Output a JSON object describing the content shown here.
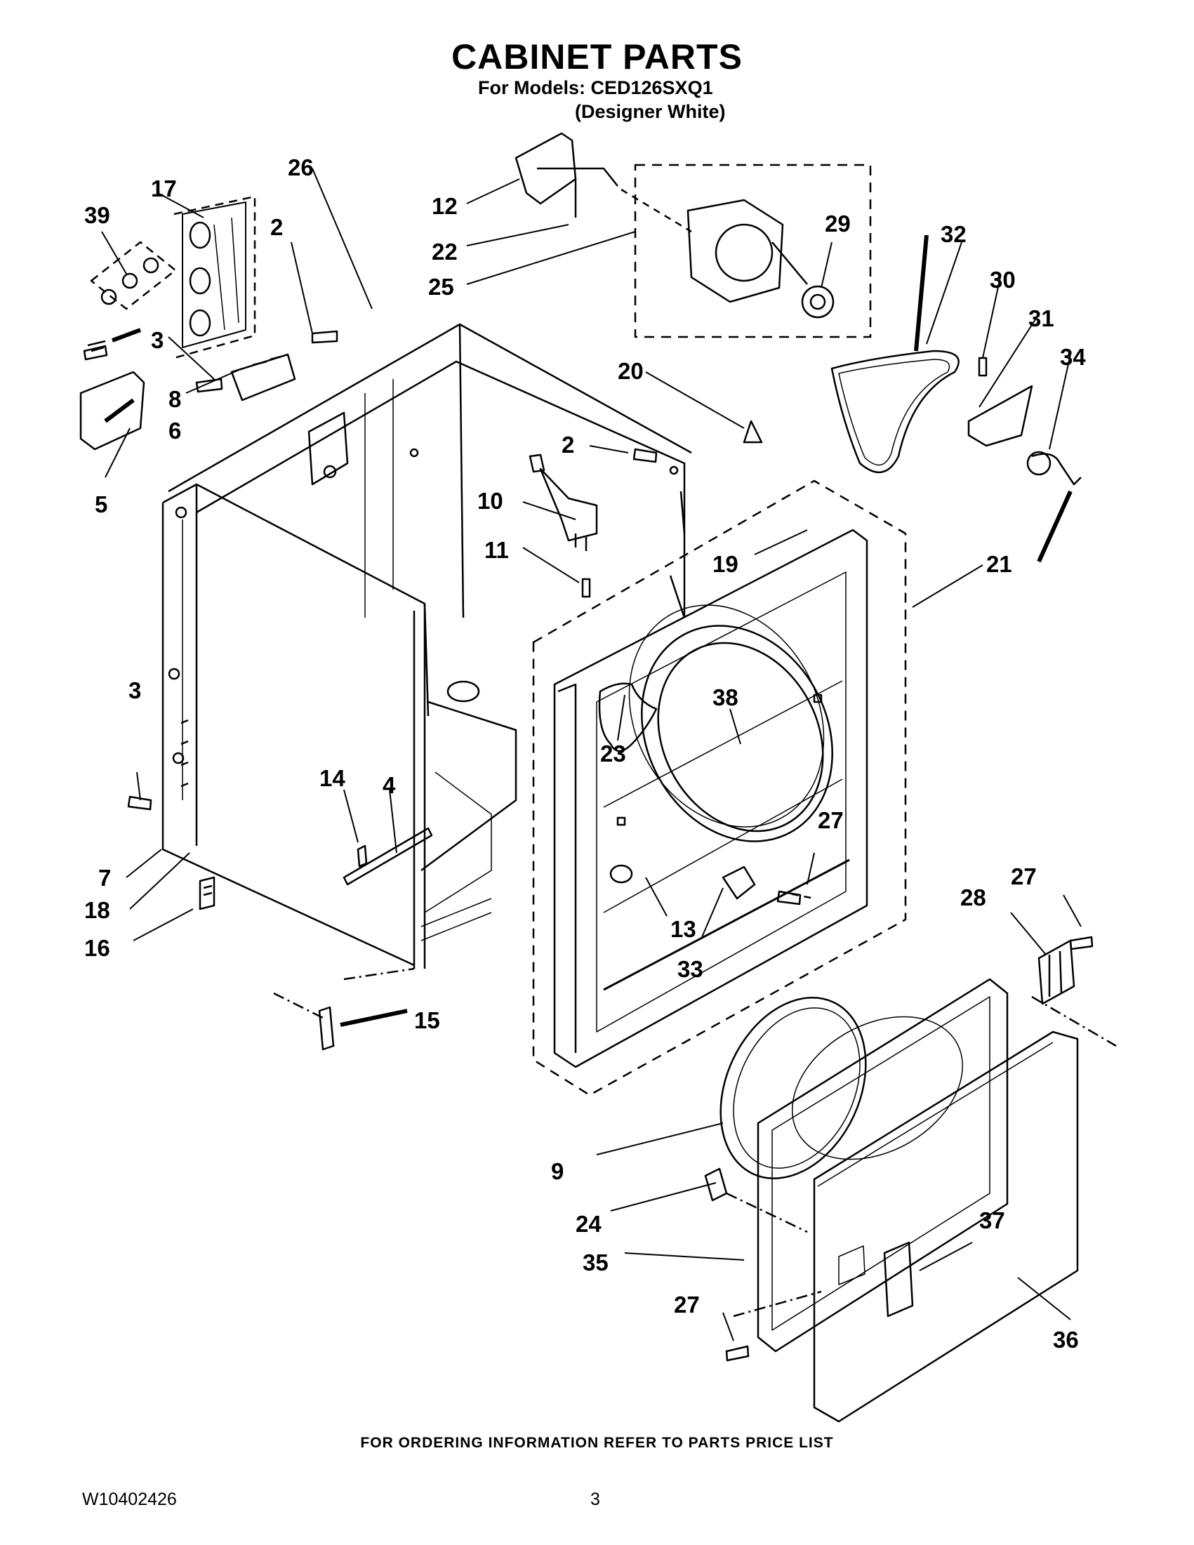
{
  "header": {
    "title": "CABINET PARTS",
    "models_line1": "For Models: CED126SXQ1",
    "models_line2": "(Designer White)"
  },
  "callouts": [
    {
      "id": "c39",
      "label": "39"
    },
    {
      "id": "c17",
      "label": "17"
    },
    {
      "id": "c26",
      "label": "26"
    },
    {
      "id": "c2a",
      "label": "2"
    },
    {
      "id": "c3a",
      "label": "3"
    },
    {
      "id": "c8",
      "label": "8"
    },
    {
      "id": "c6",
      "label": "6"
    },
    {
      "id": "c5",
      "label": "5"
    },
    {
      "id": "c12",
      "label": "12"
    },
    {
      "id": "c22",
      "label": "22"
    },
    {
      "id": "c25",
      "label": "25"
    },
    {
      "id": "c29",
      "label": "29"
    },
    {
      "id": "c32",
      "label": "32"
    },
    {
      "id": "c30",
      "label": "30"
    },
    {
      "id": "c31",
      "label": "31"
    },
    {
      "id": "c34",
      "label": "34"
    },
    {
      "id": "c20",
      "label": "20"
    },
    {
      "id": "c2b",
      "label": "2"
    },
    {
      "id": "c10",
      "label": "10"
    },
    {
      "id": "c11",
      "label": "11"
    },
    {
      "id": "c19",
      "label": "19"
    },
    {
      "id": "c21",
      "label": "21"
    },
    {
      "id": "c38",
      "label": "38"
    },
    {
      "id": "c23",
      "label": "23"
    },
    {
      "id": "c3b",
      "label": "3"
    },
    {
      "id": "c14",
      "label": "14"
    },
    {
      "id": "c4",
      "label": "4"
    },
    {
      "id": "c27a",
      "label": "27"
    },
    {
      "id": "c7",
      "label": "7"
    },
    {
      "id": "c18",
      "label": "18"
    },
    {
      "id": "c16",
      "label": "16"
    },
    {
      "id": "c13",
      "label": "13"
    },
    {
      "id": "c33",
      "label": "33"
    },
    {
      "id": "c27b",
      "label": "27"
    },
    {
      "id": "c28",
      "label": "28"
    },
    {
      "id": "c15",
      "label": "15"
    },
    {
      "id": "c9",
      "label": "9"
    },
    {
      "id": "c24",
      "label": "24"
    },
    {
      "id": "c37",
      "label": "37"
    },
    {
      "id": "c35",
      "label": "35"
    },
    {
      "id": "c27c",
      "label": "27"
    },
    {
      "id": "c36",
      "label": "36"
    }
  ],
  "footer": {
    "ordering_note": "FOR ORDERING INFORMATION REFER TO PARTS PRICE LIST",
    "document_number": "W10402426",
    "page_number": "3"
  }
}
